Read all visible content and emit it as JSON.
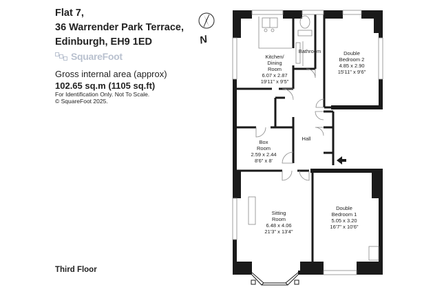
{
  "address": {
    "line1": "Flat 7,",
    "line2": "36 Warrender Park Terrace,",
    "line3": "Edinburgh, EH9 1ED"
  },
  "logo": {
    "text": "SquareFoot",
    "color": "#b9c1cf"
  },
  "gross_area": {
    "label": "Gross internal area (approx)",
    "value": "102.65 sq.m (1105 sq.ft)"
  },
  "notes": {
    "identification": "For Identification Only. Not To Scale.",
    "copyright": "© SquareFoot 2025."
  },
  "compass": {
    "letter": "N",
    "icon": "north-arrow-icon"
  },
  "floor_label": "Third Floor",
  "rooms": {
    "kitchen": {
      "name1": "Kitchen/",
      "name2": "Dining",
      "name3": "Room",
      "metric": "6.07 x 2.87",
      "imperial": "19'11\" x 9'5\""
    },
    "bathroom": {
      "name1": "Bathroom"
    },
    "bedroom2": {
      "name1": "Double",
      "name2": "Bedroom 2",
      "metric": "4.85 x 2.90",
      "imperial": "15'11\" x 9'6\""
    },
    "boxroom": {
      "name1": "Box",
      "name2": "Room",
      "metric": "2.59 x 2.44",
      "imperial": "8'6\" x 8'"
    },
    "hall": {
      "name1": "Hall"
    },
    "sitting": {
      "name1": "Sitting",
      "name2": "Room",
      "metric": "6.48 x 4.06",
      "imperial": "21'3\" x 13'4\""
    },
    "bedroom1": {
      "name1": "Double",
      "name2": "Bedroom 1",
      "metric": "5.05 x 3.20",
      "imperial": "16'7\" x 10'6\""
    }
  },
  "colors": {
    "wall": "#1a1a1a",
    "text": "#222222"
  }
}
